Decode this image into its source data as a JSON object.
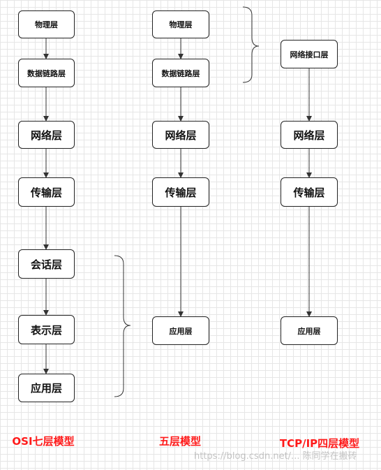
{
  "osi": {
    "title": "OSI七层模型",
    "layers": [
      "物理层",
      "数据链路层",
      "网络层",
      "传输层",
      "会话层",
      "表示层",
      "应用层"
    ]
  },
  "five": {
    "title": "五层模型",
    "layers": [
      "物理层",
      "数据链路层",
      "网络层",
      "传输层",
      "应用层"
    ]
  },
  "tcpip": {
    "title": "TCP/IP四层模型",
    "layers": [
      "网络接口层",
      "网络层",
      "传输层",
      "应用层"
    ]
  },
  "watermark": "https://blog.csdn.net/... 陈同学在搬砖",
  "colors": {
    "title": "#ff1a1a",
    "line": "#333333"
  }
}
